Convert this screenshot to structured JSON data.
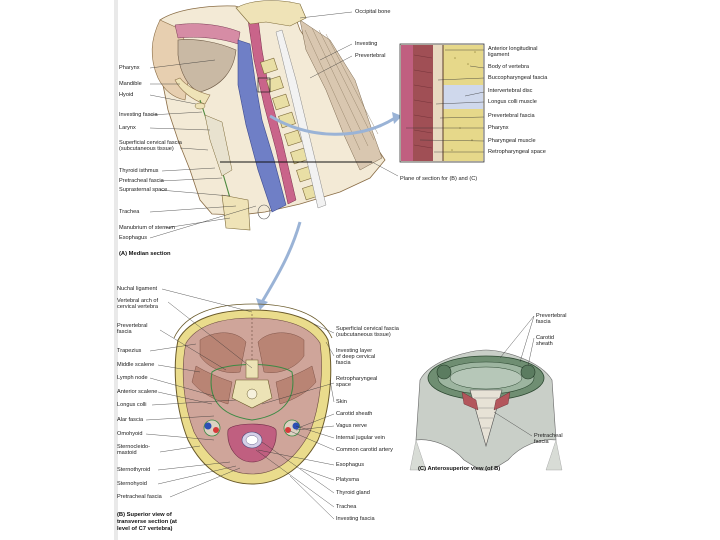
{
  "panel_a": {
    "left_labels": [
      "Pharynx",
      "Mandible",
      "Hyoid",
      "Investing fascia",
      "Larynx",
      "Superficial cervical fascia",
      "(subcutaneous tissue)",
      "Thyroid isthmus",
      "Pretracheal fascia",
      "Suprasternal space",
      "Trachea",
      "Manubrium of sternum",
      "Esophagus"
    ],
    "top_labels": [
      "Occipital bone",
      "Investing",
      "Prevertebral"
    ],
    "plane_label": "Plane of section for (B) and (C)",
    "caption": "(A) Median section"
  },
  "inset": {
    "labels": [
      "Anterior longitudinal",
      "ligament",
      "Body of vertebra",
      "Buccopharyngeal fascia",
      "Intervertebral disc",
      "Longus colli muscle",
      "Prevertebral fascia",
      "Pharynx",
      "Pharyngeal muscle",
      "Retropharyngeal space"
    ]
  },
  "panel_b": {
    "left_labels": [
      "Nuchal ligament",
      "Vertebral arch of",
      "cervical vertebra",
      "Prevertebral",
      "fascia",
      "Trapezius",
      "Middle scalene",
      "Lymph node",
      "Anterior scalene",
      "Longus colli",
      "Alar fascia",
      "Omohyoid",
      "Sternocleido-",
      "mastoid",
      "Sternothyroid",
      "Sternohyoid",
      "Pretracheal fascia"
    ],
    "right_labels": [
      "Superficial cervical fascia",
      "(subcutaneous tissue)",
      "Investing layer",
      "of deep cervical",
      "fascia",
      "Retropharyngeal",
      "space",
      "Skin",
      "Carotid sheath",
      "Vagus nerve",
      "Internal jugular vein",
      "Common carotid artery",
      "Esophagus",
      "Platysma",
      "Thyroid gland",
      "Trachea",
      "Investing fascia"
    ],
    "caption_lines": [
      "(B) Superior view of",
      "transverse section (at",
      "level of C7 vertebra)"
    ]
  },
  "panel_c": {
    "labels": [
      "Prevertebral",
      "fascia",
      "Carotid",
      "sheath",
      "Pretracheal",
      "fascia"
    ],
    "caption": "(C) Anterosuperior view (of B)"
  }
}
